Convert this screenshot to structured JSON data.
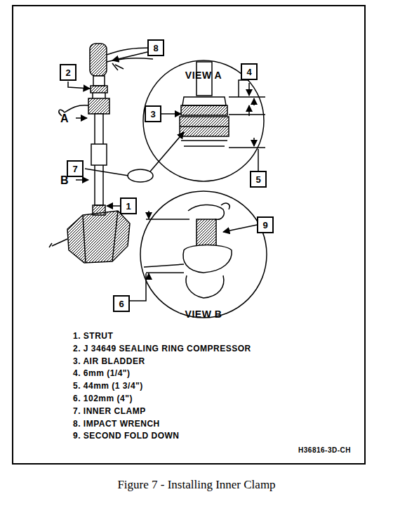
{
  "diagram": {
    "caption": "Figure 7 - Installing Inner Clamp",
    "nodes": [
      {
        "text": [
          "8"
        ]
      },
      {
        "text": [
          "2"
        ]
      },
      {
        "text": [
          "4"
        ]
      },
      {
        "text": [
          "3"
        ]
      },
      {
        "text": [
          "7"
        ]
      },
      {
        "text": [
          "1"
        ]
      },
      {
        "text": [
          "5"
        ]
      },
      {
        "text": [
          "9"
        ]
      },
      {
        "text": [
          "6"
        ]
      }
    ],
    "labels": [
      "VIEW A",
      "VIEW B",
      "A",
      "B",
      "1. STRUT",
      "2. J 34649 SEALING RING COMPRESSOR",
      "3. AIR BLADDER",
      "4. 6mm (1/4\")",
      "5. 44mm (1 3/4\")",
      "6. 102mm (4\")",
      "7. INNER CLAMP",
      "8. IMPACT WRENCH",
      "9. SECOND FOLD DOWN",
      "H36816-3D-CH"
    ]
  }
}
